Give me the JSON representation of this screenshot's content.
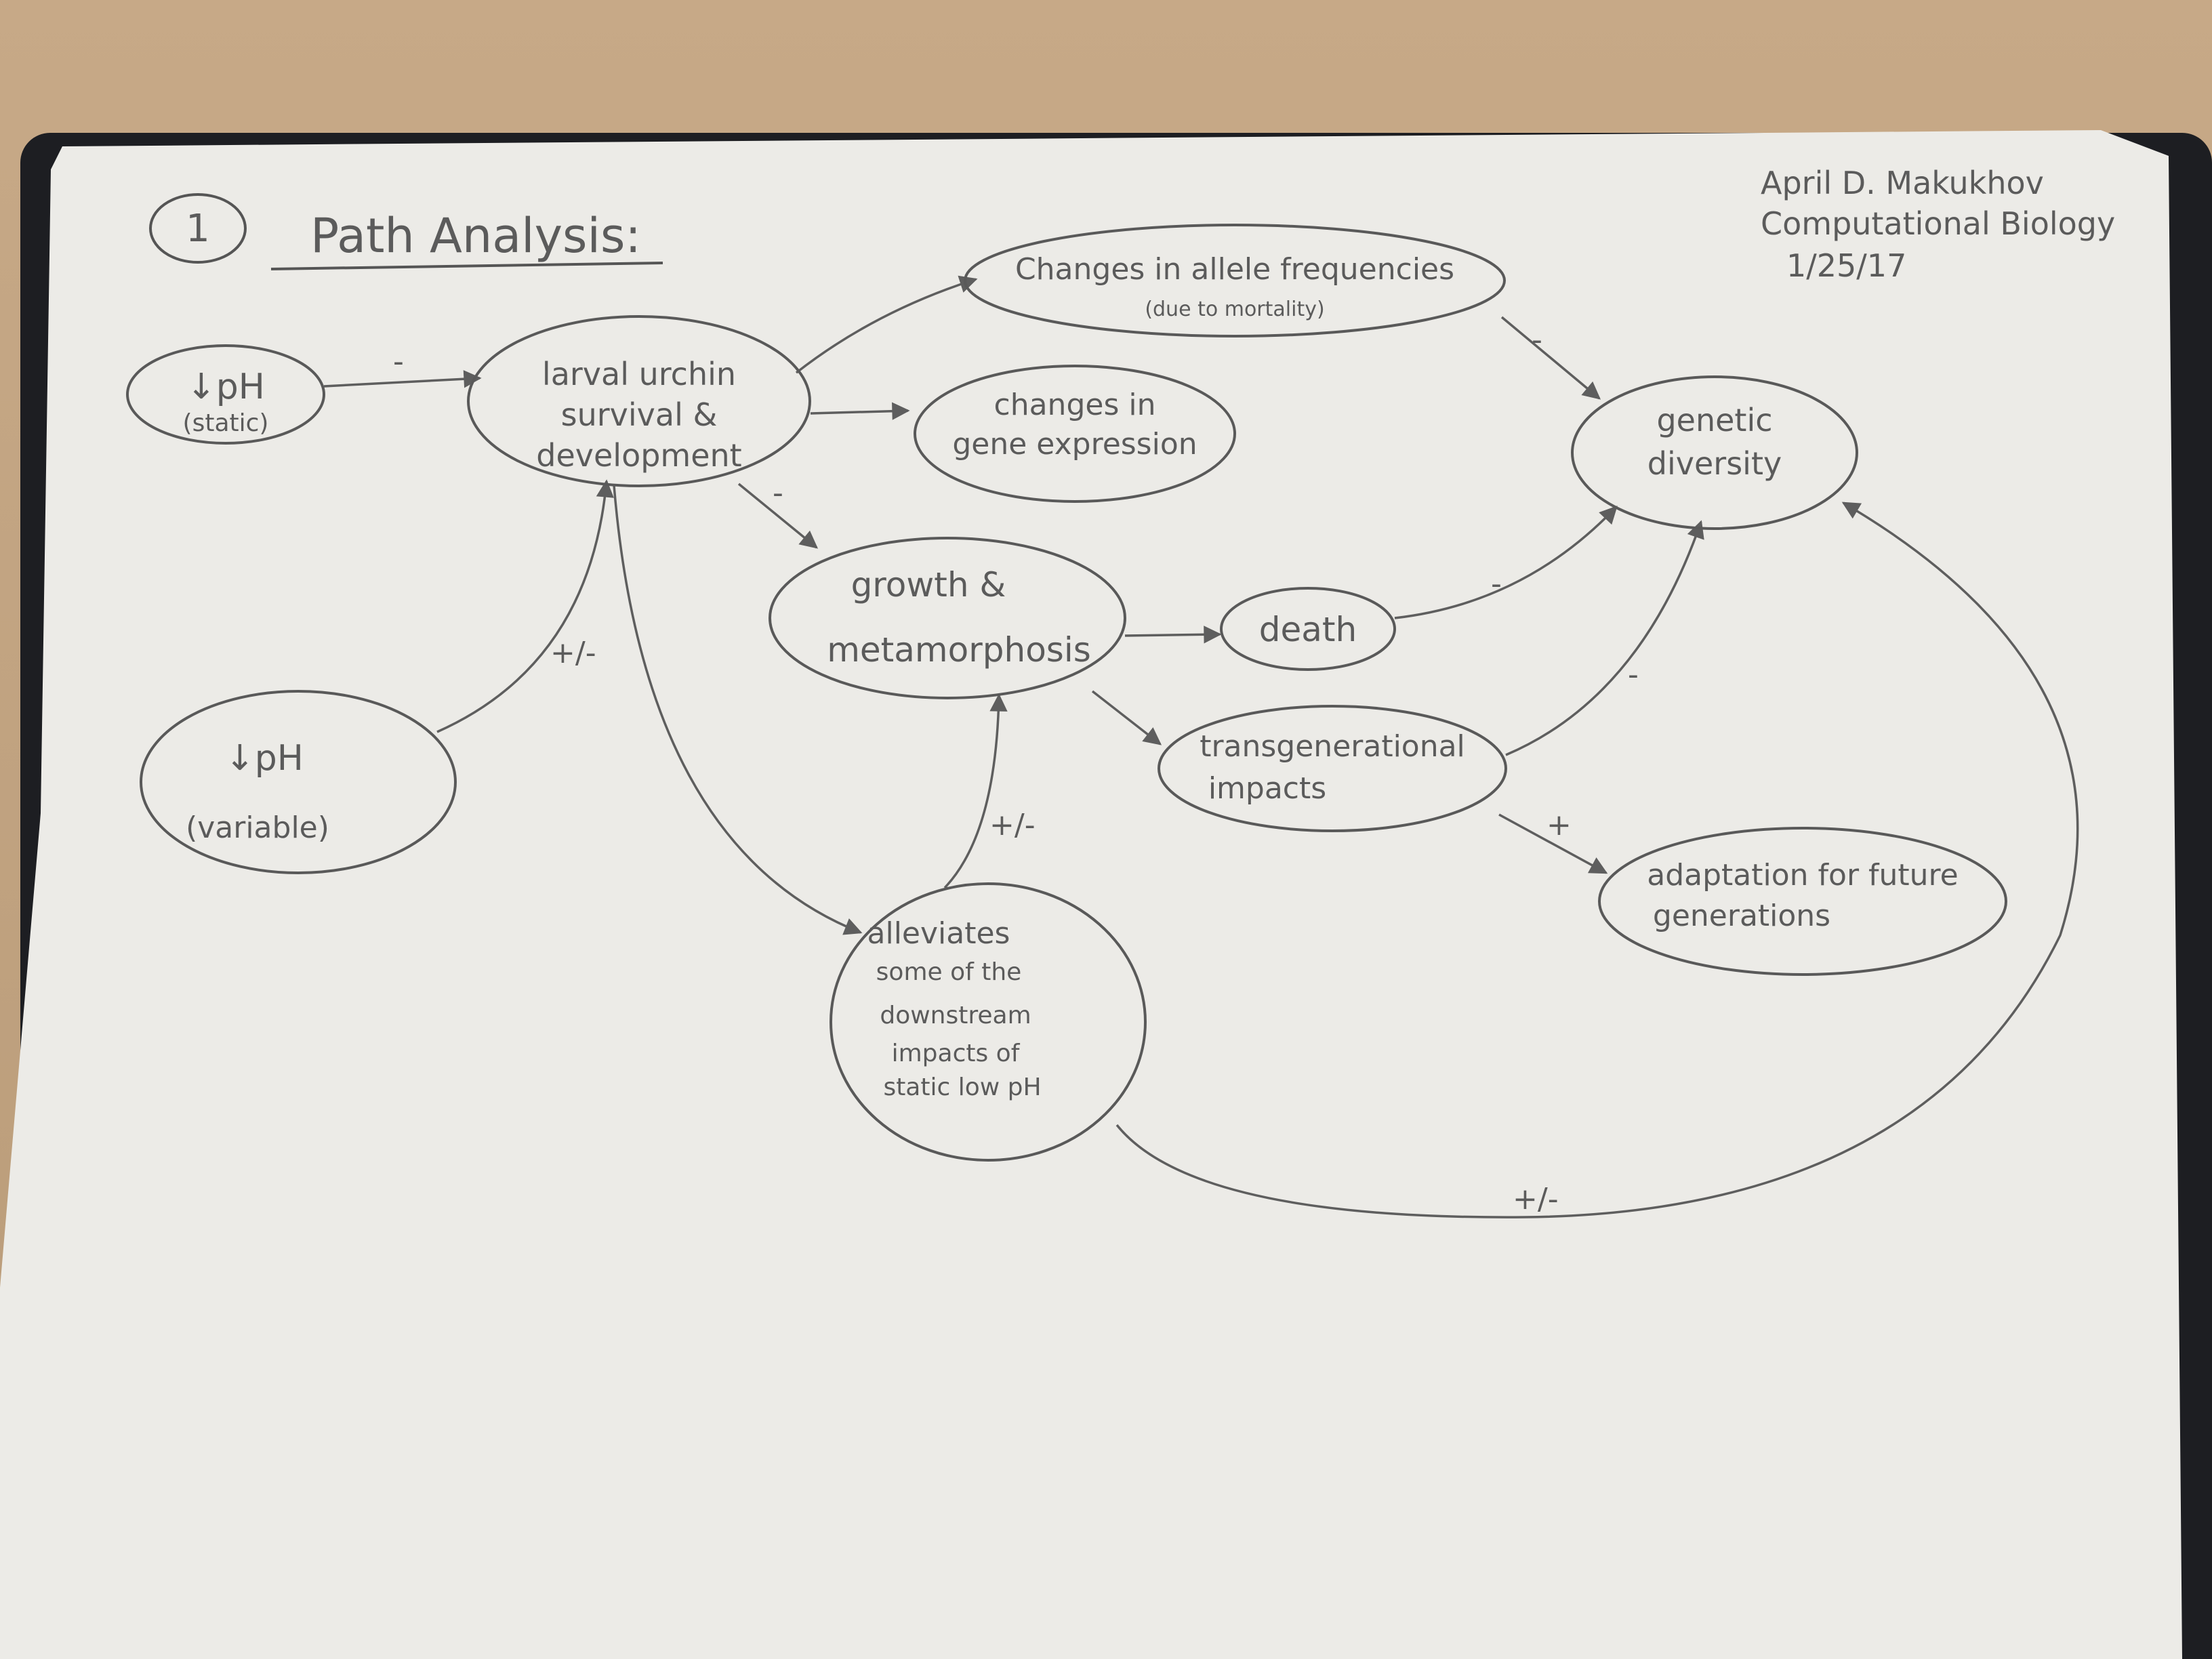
{
  "page_number": "1",
  "title": "Path Analysis:",
  "author": {
    "name": "April D. Makukhov",
    "course": "Computational Biology",
    "date": "1/25/17"
  },
  "nodes": {
    "ph_static": {
      "lines": [
        "↓pH",
        "(static)"
      ]
    },
    "larval": {
      "lines": [
        "larval urchin",
        "survival &",
        "development"
      ]
    },
    "allele": {
      "lines": [
        "Changes in allele frequencies",
        "(due to mortality)"
      ]
    },
    "gene_expr": {
      "lines": [
        "changes in",
        "gene expression"
      ]
    },
    "genetic": {
      "lines": [
        "genetic",
        "diversity"
      ]
    },
    "growth": {
      "lines": [
        "growth &",
        "metamorphosis"
      ]
    },
    "death": {
      "lines": [
        "death"
      ]
    },
    "transgen": {
      "lines": [
        "transgenerational",
        "impacts"
      ]
    },
    "adaptation": {
      "lines": [
        "adaptation for future",
        "generations"
      ]
    },
    "ph_variable": {
      "lines": [
        "↓pH",
        "(variable)"
      ]
    },
    "alleviates": {
      "lines": [
        "alleviates",
        "some of the",
        "downstream",
        "impacts of",
        "static low pH"
      ]
    }
  },
  "edges": [
    {
      "from": "ph_static",
      "to": "larval",
      "sign": "-"
    },
    {
      "from": "larval",
      "to": "allele",
      "sign": ""
    },
    {
      "from": "larval",
      "to": "gene_expr",
      "sign": ""
    },
    {
      "from": "larval",
      "to": "growth",
      "sign": "-"
    },
    {
      "from": "allele",
      "to": "genetic",
      "sign": "-"
    },
    {
      "from": "growth",
      "to": "death",
      "sign": ""
    },
    {
      "from": "death",
      "to": "genetic",
      "sign": "-"
    },
    {
      "from": "growth",
      "to": "transgen",
      "sign": ""
    },
    {
      "from": "transgen",
      "to": "genetic",
      "sign": "-"
    },
    {
      "from": "transgen",
      "to": "adaptation",
      "sign": "+"
    },
    {
      "from": "ph_variable",
      "to": "larval",
      "sign": "+/-"
    },
    {
      "from": "larval",
      "to": "alleviates",
      "sign": ""
    },
    {
      "from": "alleviates",
      "to": "growth",
      "sign": "+/-"
    },
    {
      "from": "alleviates",
      "to": "genetic",
      "sign": "+/-"
    }
  ]
}
